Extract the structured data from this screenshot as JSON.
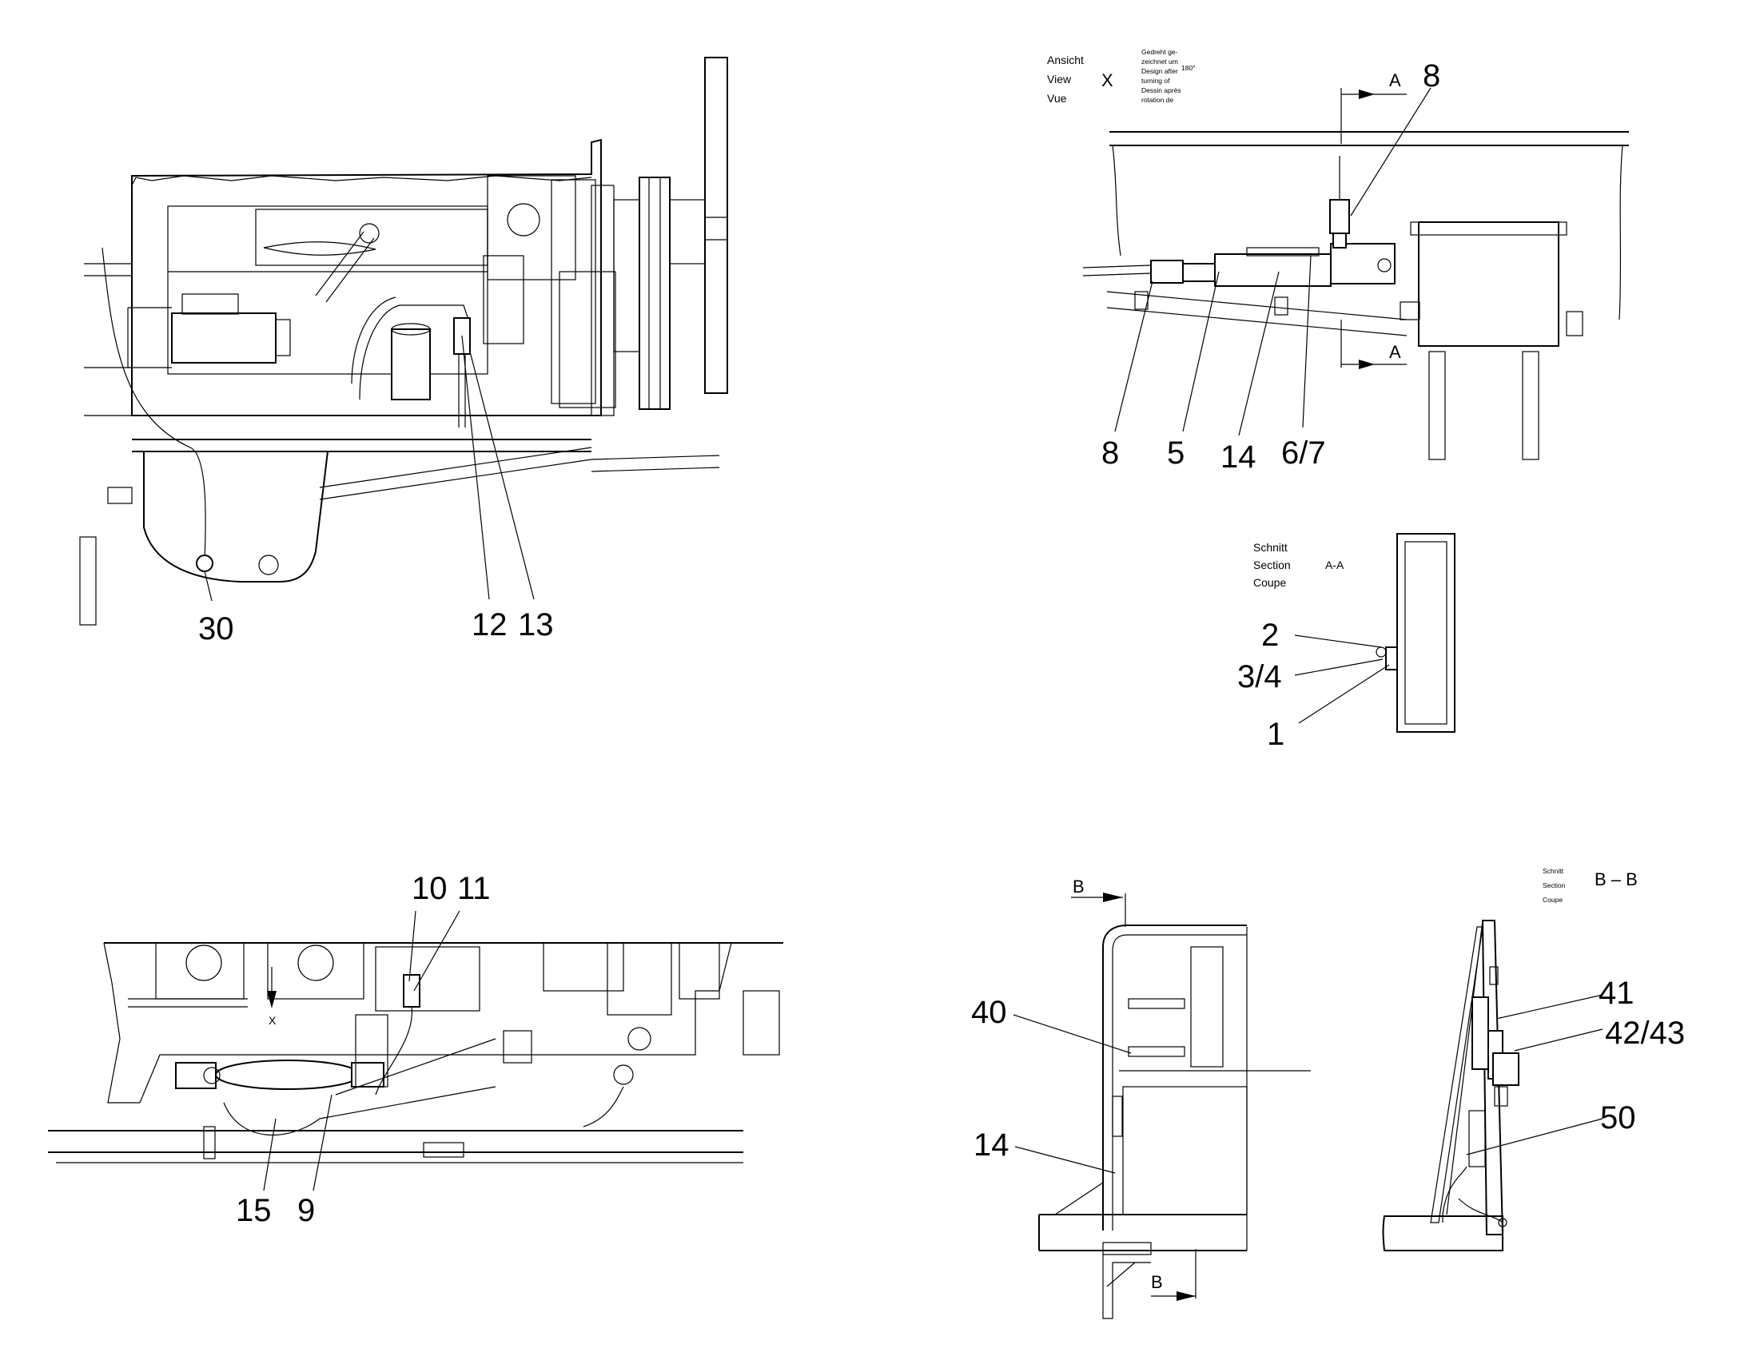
{
  "view_x": {
    "title": [
      "Ansicht",
      "View",
      "Vue"
    ],
    "letter": "X",
    "note": [
      "Gedreht ge-",
      "zeichnet um",
      "Design after",
      "turning of",
      "Dessin après",
      "rotation de"
    ],
    "angle": "180°"
  },
  "section_aa": {
    "title": [
      "Schnitt",
      "Section",
      "Coupe"
    ],
    "id": "A-A",
    "arrow_label": "A"
  },
  "section_bb": {
    "title": [
      "Schnitt",
      "Section",
      "Coupe"
    ],
    "id": "B – B",
    "arrow_label": "B"
  },
  "engine_side": {
    "callouts": [
      "30",
      "12",
      "13"
    ]
  },
  "view_x_callouts": {
    "top": "8",
    "bottom": [
      "8",
      "5",
      "14",
      "6/7"
    ]
  },
  "section_aa_callouts": [
    "2",
    "3/4",
    "1"
  ],
  "engine_bottom": {
    "callouts": [
      "10",
      "11",
      "15",
      "9"
    ],
    "marker": "X"
  },
  "bracket_view": {
    "callouts": [
      "40",
      "14"
    ]
  },
  "section_bb_callouts": [
    "41",
    "42/43",
    "50"
  ]
}
